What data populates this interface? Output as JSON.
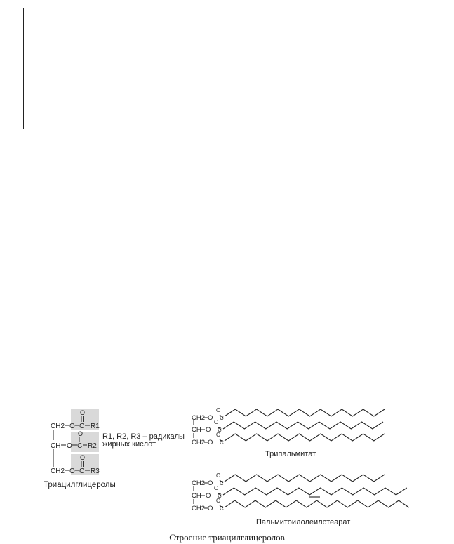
{
  "figure": {
    "caption": "Строение триацилглицеролов",
    "general": {
      "label": "Триацилглицеролы",
      "note_line1": "R1, R2, R3 – радикалы",
      "note_line2": "жирных кислот",
      "rows": [
        {
          "left": "CH2",
          "mid": "O",
          "right": "R1"
        },
        {
          "left": "CH",
          "mid": "O",
          "right": "R2"
        },
        {
          "left": "CH2",
          "mid": "O",
          "right": "R3"
        }
      ]
    },
    "tripalmitate": {
      "label": "Трипальмитат",
      "rows": [
        {
          "left": "CH2",
          "mid": "O"
        },
        {
          "left": "CH",
          "mid": "O"
        },
        {
          "left": "CH2",
          "mid": "O"
        }
      ]
    },
    "mixed": {
      "label": "Пальмитоилолеилстеарат",
      "rows": [
        {
          "left": "CH2",
          "mid": "O"
        },
        {
          "left": "CH",
          "mid": "O"
        },
        {
          "left": "CH2",
          "mid": "O"
        }
      ]
    },
    "carbonyl_o": "O",
    "carbon": "C",
    "dash": "–"
  }
}
